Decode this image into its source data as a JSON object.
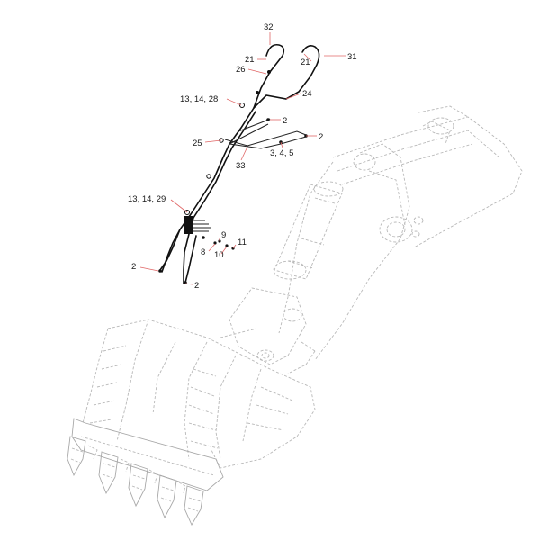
{
  "callouts": {
    "c32": "32",
    "c31": "31",
    "c21a": "21",
    "c21b": "21",
    "c26": "26",
    "c24": "24",
    "c1314_28": "13, 14, 28",
    "c2_top": "2",
    "c2_right": "2",
    "c25": "25",
    "c33": "33",
    "c345": "3, 4, 5",
    "c1314_29": "13, 14, 29",
    "c9": "9",
    "c11": "11",
    "c8": "8",
    "c10": "10",
    "c2_left": "2",
    "c2_bottom": "2"
  },
  "colors": {
    "leader": "#e06666",
    "hose": "#111111",
    "ghost": "#b8b8b8"
  }
}
